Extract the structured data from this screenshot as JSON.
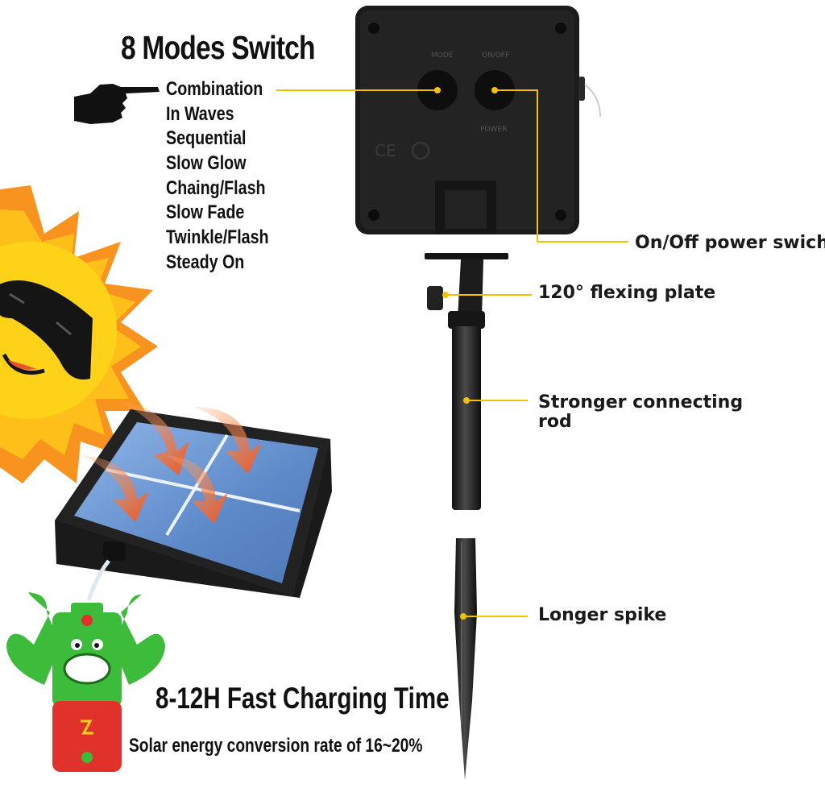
{
  "modes": {
    "title": "8 Modes Switch",
    "items": [
      "Combination",
      "In Waves",
      "Sequential",
      "Slow Glow",
      "Chaing/Flash",
      "Slow Fade",
      "Twinkle/Flash",
      "Steady On"
    ]
  },
  "control_box": {
    "button_labels": [
      "MODE",
      "ON/OFF",
      "POWER"
    ],
    "certifications": [
      "CE"
    ]
  },
  "callouts": {
    "power_switch": "On/Off power swich",
    "flex_plate": "120° flexing plate",
    "rod_line1": "Stronger connecting",
    "rod_line2": "rod",
    "spike": "Longer spike"
  },
  "charging": {
    "title": "8-12H Fast Charging Time",
    "conversion": "Solar energy conversion rate of 16~20%"
  },
  "colors": {
    "callout_line": "#f2c200",
    "sun_yellow": "#ffd21a",
    "sun_orange": "#f7931e",
    "panel_blue": "#6f9bd6",
    "arrow_orange": "#f26a1b",
    "battery_green": "#3dbb3a",
    "battery_red": "#e0322b"
  },
  "icons": [
    "pointing-hand-icon",
    "sun-sunglasses-icon",
    "battery-mascot-icon"
  ]
}
